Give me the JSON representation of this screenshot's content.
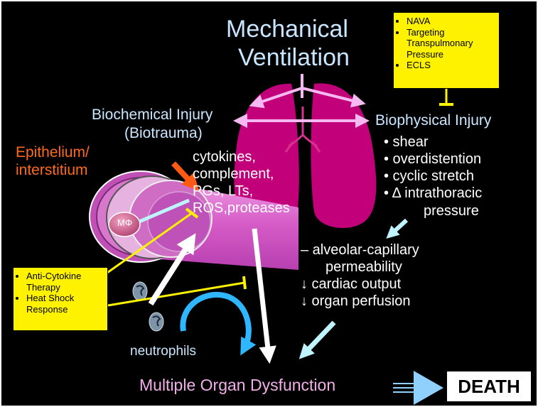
{
  "title": {
    "line1": "Mechanical",
    "line2": "Ventilation"
  },
  "interventions_top": [
    "NAVA",
    "Targeting Transpulmonary Pressure",
    "ECLS"
  ],
  "interventions_bottom": [
    "Anti-Cytokine Therapy",
    "Heat Shock Response"
  ],
  "biochemical": {
    "line1": "Biochemical Injury",
    "line2": "(Biotrauma)"
  },
  "biophysical": {
    "title": "Biophysical Injury",
    "items": [
      "• shear",
      "• overdistention",
      "• cyclic stretch",
      "• Δ intrathoracic",
      "pressure"
    ]
  },
  "epithelium": {
    "line1": "Epithelium/",
    "line2": "interstitium"
  },
  "mediators": [
    "cytokines,",
    "complement,",
    "PGs, LTs,",
    "ROS,proteases"
  ],
  "macrophage_label": "MΦ",
  "effects": [
    "– alveolar-capillary",
    "permeability",
    "↓ cardiac output",
    "↓ organ perfusion"
  ],
  "neutrophils_label": "neutrophils",
  "outcome": "Multiple Organ Dysfunction",
  "death": "DEATH",
  "colors": {
    "background": "#000000",
    "frame": "#ffffff",
    "light_blue_text": "#c8e6ff",
    "pink_arrows": "#f5b8f0",
    "lung": "#c2007a",
    "yellow_box": "#fff200",
    "orange_arrow": "#ff5a14",
    "cyan_arrow": "#bff4ff",
    "blue_arrow": "#2eb6ff",
    "death_arrow": "#8fd0ff"
  }
}
